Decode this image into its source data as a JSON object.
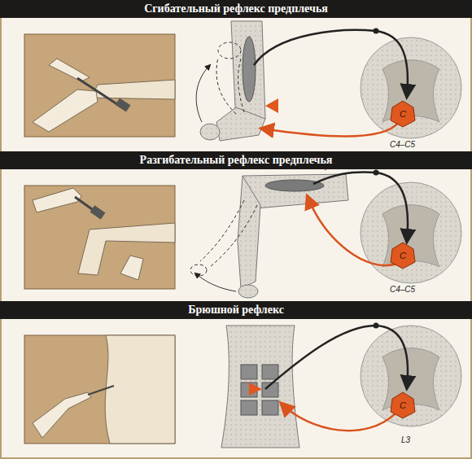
{
  "diagram": {
    "nodes": [
      {
        "text": [
          "Сгибательный рефлекс предплечья"
        ]
      },
      {
        "text": [
          "Разгибательный рефлекс предплечья"
        ]
      },
      {
        "text": [
          "Брюшной рефлекс"
        ]
      }
    ],
    "labels": [
      "C",
      "C4–C5",
      "C",
      "C4–C5",
      "C",
      "L3"
    ]
  }
}
